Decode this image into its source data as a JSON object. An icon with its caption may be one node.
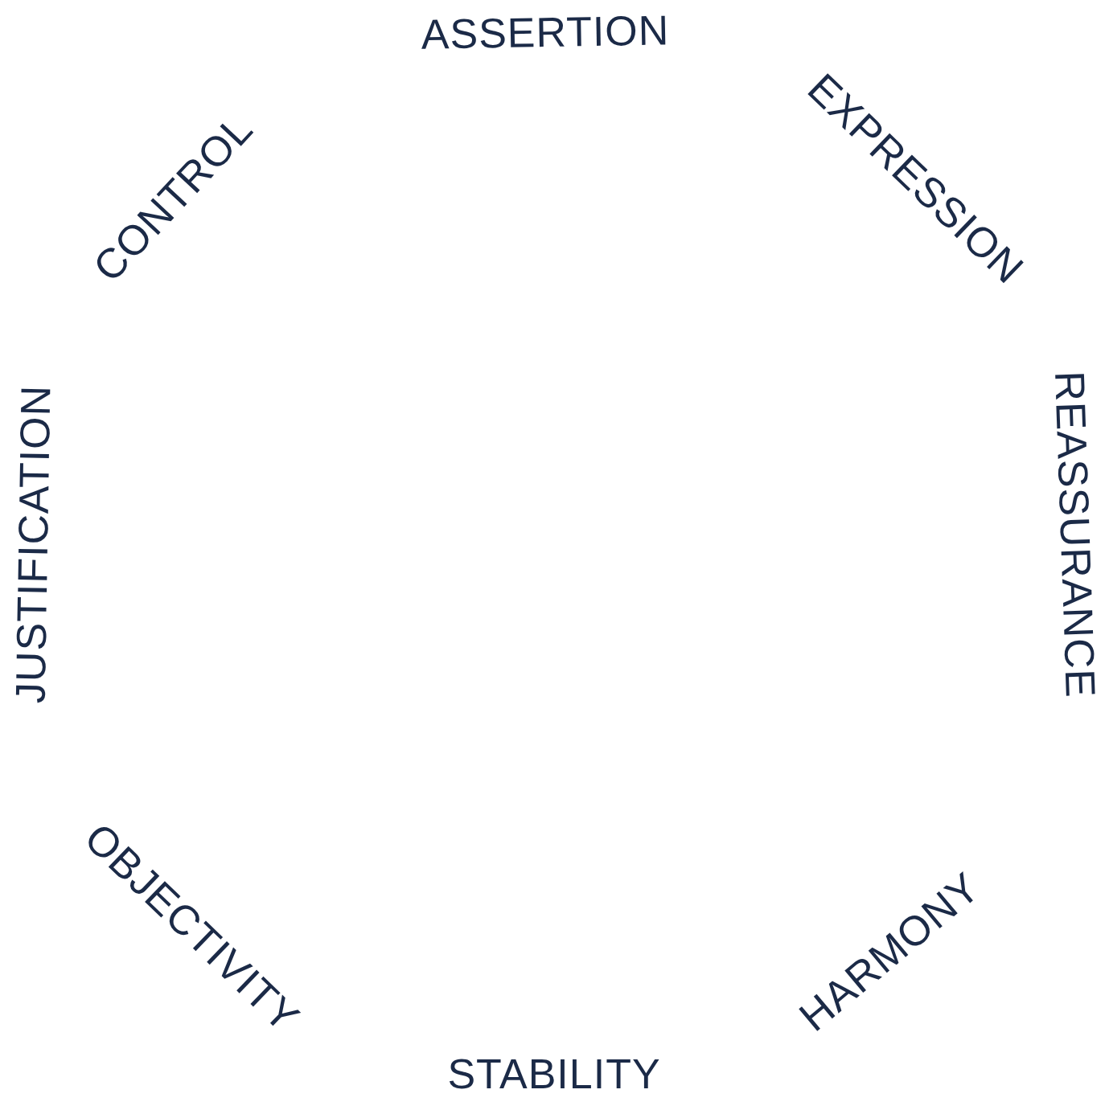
{
  "diagram": {
    "labels": [
      "ASSERTION",
      "EXPRESSION",
      "REASSURANCE",
      "HARMONY",
      "STABILITY",
      "OBJECTIVITY",
      "JUSTIFICATION",
      "CONTROL"
    ]
  }
}
